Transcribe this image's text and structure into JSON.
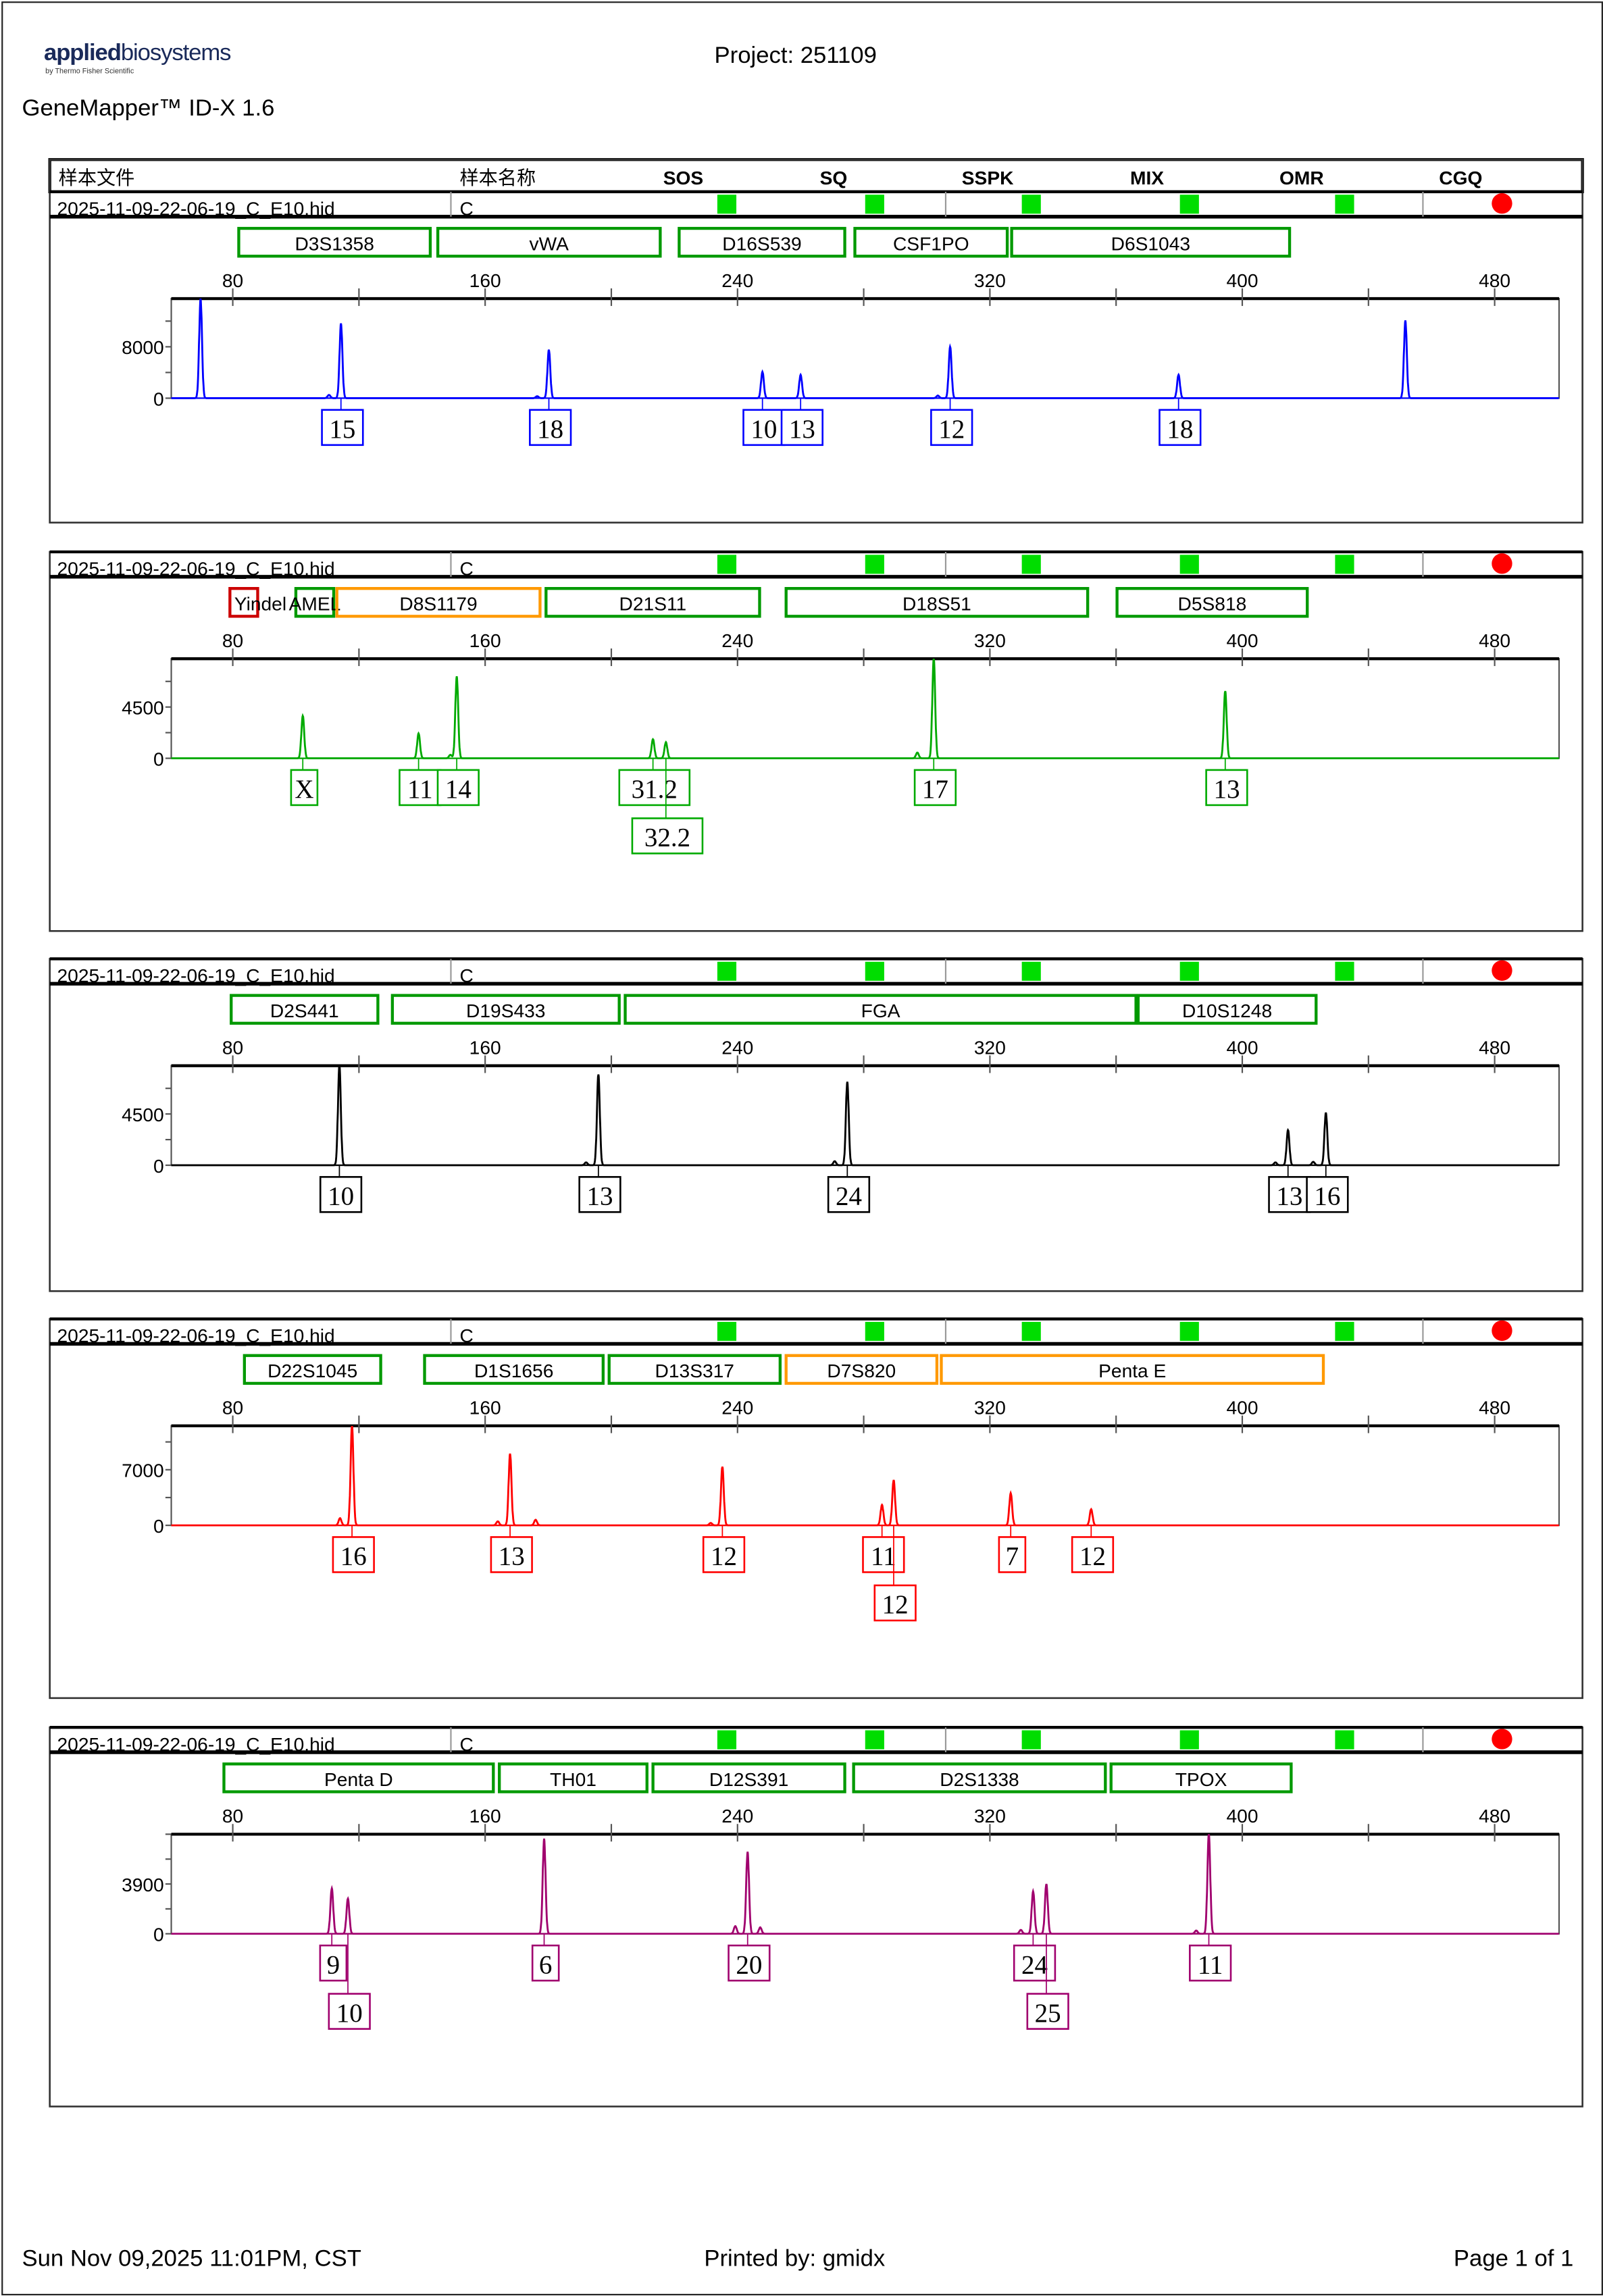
{
  "header": {
    "logo_bold": "applied",
    "logo_light": "biosystems",
    "logo_sub": "by Thermo Fisher Scientific",
    "project": "Project: 251109",
    "app_title": "GeneMapper™ ID-X  1.6"
  },
  "table": {
    "columns": [
      "样本文件",
      "样本名称",
      "SOS",
      "SQ",
      "SSPK",
      "MIX",
      "OMR",
      "CGQ"
    ],
    "sample_file": "2025-11-09-22-06-19_C_E10.hid",
    "sample_name": "C",
    "flags": [
      "pass",
      "pass",
      "pass",
      "pass",
      "pass",
      "fail"
    ],
    "flag_colors": {
      "pass": "#00dd00",
      "fail": "#ff0000"
    }
  },
  "footer": {
    "date": "Sun Nov 09,2025 11:01PM, CST",
    "printed_by": "Printed by: gmidx",
    "page": "Page 1 of 1"
  },
  "chart_data": [
    {
      "type": "line",
      "dye": "blue",
      "color": "#0000ff",
      "xlim": [
        60.5,
        500.4
      ],
      "x_ticks": [
        80,
        160,
        240,
        320,
        400,
        480
      ],
      "ylim": [
        0,
        15500
      ],
      "y_tick_label": 8000,
      "peaks": [
        {
          "bp": 69.8,
          "rfu": 15500
        },
        {
          "bp": 110.5,
          "rfu": 500
        },
        {
          "bp": 114.3,
          "rfu": 11650
        },
        {
          "bp": 176.5,
          "rfu": 300
        },
        {
          "bp": 180.2,
          "rfu": 7540
        },
        {
          "bp": 247.9,
          "rfu": 4100
        },
        {
          "bp": 260.0,
          "rfu": 3650
        },
        {
          "bp": 303.5,
          "rfu": 400
        },
        {
          "bp": 307.4,
          "rfu": 8000
        },
        {
          "bp": 379.8,
          "rfu": 3650
        },
        {
          "bp": 451.7,
          "rfu": 12100
        }
      ],
      "alleles": [
        {
          "label": "15",
          "bp": 114.3,
          "row": 0
        },
        {
          "label": "18",
          "bp": 180.2,
          "row": 0
        },
        {
          "label": "10",
          "bp": 247.9,
          "row": 0
        },
        {
          "label": "13",
          "bp": 260.0,
          "row": 0
        },
        {
          "label": "12",
          "bp": 307.4,
          "row": 0
        },
        {
          "label": "18",
          "bp": 379.8,
          "row": 0
        }
      ],
      "loci": [
        {
          "name": "D3S1358",
          "start": 81.9,
          "end": 142.6,
          "status": "ok"
        },
        {
          "name": "vWA",
          "start": 145.0,
          "end": 215.5,
          "status": "ok"
        },
        {
          "name": "D16S539",
          "start": 221.5,
          "end": 274.0,
          "status": "ok"
        },
        {
          "name": "CSF1PO",
          "start": 277.2,
          "end": 325.5,
          "status": "ok"
        },
        {
          "name": "D6S1043",
          "start": 326.9,
          "end": 415.0,
          "status": "ok"
        }
      ]
    },
    {
      "type": "line",
      "dye": "green",
      "color": "#00aa00",
      "xlim": [
        60.5,
        500.4
      ],
      "x_ticks": [
        80,
        160,
        240,
        320,
        400,
        480
      ],
      "ylim": [
        0,
        8740
      ],
      "y_tick_label": 4500,
      "peaks": [
        {
          "bp": 102.2,
          "rfu": 3730
        },
        {
          "bp": 138.9,
          "rfu": 2190
        },
        {
          "bp": 151.0,
          "rfu": 7200
        },
        {
          "bp": 149.0,
          "rfu": 300
        },
        {
          "bp": 213.2,
          "rfu": 1670
        },
        {
          "bp": 217.3,
          "rfu": 1410
        },
        {
          "bp": 297.0,
          "rfu": 500
        },
        {
          "bp": 302.2,
          "rfu": 8740
        },
        {
          "bp": 394.6,
          "rfu": 5900
        }
      ],
      "alleles": [
        {
          "label": "X",
          "bp": 102.2,
          "row": 0
        },
        {
          "label": "11",
          "bp": 138.9,
          "row": 0
        },
        {
          "label": "14",
          "bp": 151.0,
          "row": 0
        },
        {
          "label": "31.2",
          "bp": 213.2,
          "row": 0
        },
        {
          "label": "32.2",
          "bp": 217.3,
          "row": 1
        },
        {
          "label": "17",
          "bp": 302.2,
          "row": 0
        },
        {
          "label": "13",
          "bp": 394.6,
          "row": 0
        }
      ],
      "loci": [
        {
          "name": "Yindel",
          "start": 79.1,
          "end": 87.9,
          "status": "fail"
        },
        {
          "name": "AMEL",
          "start": 100.0,
          "end": 112.0,
          "status": "ok"
        },
        {
          "name": "D8S1179",
          "start": 113.0,
          "end": 177.4,
          "status": "warn"
        },
        {
          "name": "D21S11",
          "start": 179.3,
          "end": 247.0,
          "status": "ok"
        },
        {
          "name": "D18S51",
          "start": 255.4,
          "end": 351.0,
          "status": "ok"
        },
        {
          "name": "D5S818",
          "start": 360.3,
          "end": 420.6,
          "status": "ok"
        }
      ]
    },
    {
      "type": "line",
      "dye": "yellow",
      "color": "#000000",
      "xlim": [
        60.5,
        500.4
      ],
      "x_ticks": [
        80,
        160,
        240,
        320,
        400,
        480
      ],
      "ylim": [
        0,
        8740
      ],
      "y_tick_label": 4500,
      "peaks": [
        {
          "bp": 113.8,
          "rfu": 8740
        },
        {
          "bp": 195.9,
          "rfu": 7970
        },
        {
          "bp": 192.0,
          "rfu": 250
        },
        {
          "bp": 274.8,
          "rfu": 7330
        },
        {
          "bp": 270.8,
          "rfu": 350
        },
        {
          "bp": 414.5,
          "rfu": 3090
        },
        {
          "bp": 410.5,
          "rfu": 250
        },
        {
          "bp": 426.5,
          "rfu": 4630
        },
        {
          "bp": 422.5,
          "rfu": 300
        }
      ],
      "alleles": [
        {
          "label": "10",
          "bp": 113.8,
          "row": 0
        },
        {
          "label": "13",
          "bp": 195.9,
          "row": 0
        },
        {
          "label": "24",
          "bp": 274.8,
          "row": 0
        },
        {
          "label": "13",
          "bp": 414.5,
          "row": 0
        },
        {
          "label": "16",
          "bp": 426.5,
          "row": 0
        }
      ],
      "loci": [
        {
          "name": "D2S441",
          "start": 79.5,
          "end": 126.0,
          "status": "ok"
        },
        {
          "name": "D19S433",
          "start": 130.6,
          "end": 202.5,
          "status": "ok"
        },
        {
          "name": "FGA",
          "start": 204.4,
          "end": 366.3,
          "status": "ok"
        },
        {
          "name": "D10S1248",
          "start": 367.0,
          "end": 423.4,
          "status": "ok"
        }
      ]
    },
    {
      "type": "line",
      "dye": "red",
      "color": "#ff0000",
      "xlim": [
        60.5,
        500.4
      ],
      "x_ticks": [
        80,
        160,
        240,
        320,
        400,
        480
      ],
      "ylim": [
        0,
        12530
      ],
      "y_tick_label": 7000,
      "peaks": [
        {
          "bp": 117.8,
          "rfu": 12500
        },
        {
          "bp": 114.0,
          "rfu": 900
        },
        {
          "bp": 167.9,
          "rfu": 9030
        },
        {
          "bp": 164.0,
          "rfu": 500
        },
        {
          "bp": 176.0,
          "rfu": 700
        },
        {
          "bp": 235.2,
          "rfu": 7370
        },
        {
          "bp": 231.5,
          "rfu": 300
        },
        {
          "bp": 285.8,
          "rfu": 2580
        },
        {
          "bp": 289.5,
          "rfu": 5710
        },
        {
          "bp": 326.6,
          "rfu": 4050
        },
        {
          "bp": 352.1,
          "rfu": 2030
        }
      ],
      "alleles": [
        {
          "label": "16",
          "bp": 117.8,
          "row": 0
        },
        {
          "label": "13",
          "bp": 167.9,
          "row": 0
        },
        {
          "label": "12",
          "bp": 235.2,
          "row": 0
        },
        {
          "label": "11",
          "bp": 285.8,
          "row": 0
        },
        {
          "label": "12",
          "bp": 289.5,
          "row": 1
        },
        {
          "label": "7",
          "bp": 326.6,
          "row": 0
        },
        {
          "label": "12",
          "bp": 352.1,
          "row": 0
        }
      ],
      "loci": [
        {
          "name": "D22S1045",
          "start": 83.7,
          "end": 126.9,
          "status": "ok"
        },
        {
          "name": "D1S1656",
          "start": 140.8,
          "end": 197.4,
          "status": "ok"
        },
        {
          "name": "D13S317",
          "start": 199.3,
          "end": 253.5,
          "status": "ok"
        },
        {
          "name": "D7S820",
          "start": 255.4,
          "end": 303.2,
          "status": "warn"
        },
        {
          "name": "Penta E",
          "start": 304.6,
          "end": 425.7,
          "status": "warn"
        }
      ]
    },
    {
      "type": "line",
      "dye": "purple",
      "color": "#a0006e",
      "xlim": [
        60.5,
        500.4
      ],
      "x_ticks": [
        80,
        160,
        240,
        320,
        400,
        480
      ],
      "ylim": [
        0,
        7800
      ],
      "y_tick_label": 3900,
      "peaks": [
        {
          "bp": 111.4,
          "rfu": 3560
        },
        {
          "bp": 116.5,
          "rfu": 2750
        },
        {
          "bp": 178.7,
          "rfu": 7460
        },
        {
          "bp": 239.3,
          "rfu": 600
        },
        {
          "bp": 243.2,
          "rfu": 6420
        },
        {
          "bp": 247.2,
          "rfu": 500
        },
        {
          "bp": 333.7,
          "rfu": 3330
        },
        {
          "bp": 337.9,
          "rfu": 3900
        },
        {
          "bp": 329.8,
          "rfu": 300
        },
        {
          "bp": 389.4,
          "rfu": 7800
        },
        {
          "bp": 385.4,
          "rfu": 250
        }
      ],
      "alleles": [
        {
          "label": "9",
          "bp": 111.4,
          "row": 0
        },
        {
          "label": "10",
          "bp": 116.5,
          "row": 1
        },
        {
          "label": "6",
          "bp": 178.7,
          "row": 0
        },
        {
          "label": "20",
          "bp": 243.2,
          "row": 0
        },
        {
          "label": "24",
          "bp": 333.7,
          "row": 0
        },
        {
          "label": "25",
          "bp": 337.9,
          "row": 1
        },
        {
          "label": "11",
          "bp": 389.4,
          "row": 0
        }
      ],
      "loci": [
        {
          "name": "Penta D",
          "start": 77.2,
          "end": 162.6,
          "status": "ok"
        },
        {
          "name": "TH01",
          "start": 164.5,
          "end": 211.3,
          "status": "ok"
        },
        {
          "name": "D12S391",
          "start": 213.2,
          "end": 274.0,
          "status": "ok"
        },
        {
          "name": "D2S1338",
          "start": 276.8,
          "end": 356.6,
          "status": "ok"
        },
        {
          "name": "TPOX",
          "start": 358.4,
          "end": 415.5,
          "status": "ok"
        }
      ]
    }
  ],
  "locus_colors": {
    "ok": "#009900",
    "warn": "#ff9900",
    "fail": "#cc0000"
  }
}
